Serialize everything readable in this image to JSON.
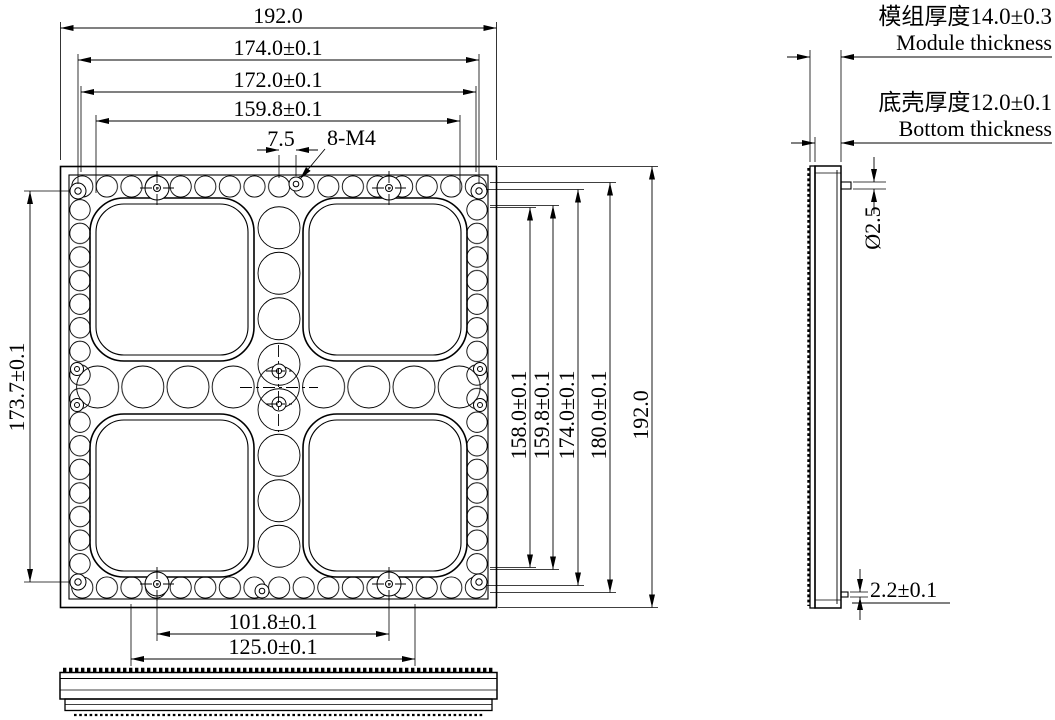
{
  "front_view": {
    "dim_width_overall": "192.0",
    "dim_174": "174.0±0.1",
    "dim_172": "172.0±0.1",
    "dim_1598_top": "159.8±0.1",
    "dim_75": "7.5",
    "dim_holes": "8-M4",
    "dim_left": "173.7±0.1",
    "dim_right_158": "158.0±0.1",
    "dim_right_1598": "159.8±0.1",
    "dim_right_174": "174.0±0.1",
    "dim_right_180": "180.0±0.1",
    "dim_right_192": "192.0",
    "dim_bottom_1018": "101.8±0.1",
    "dim_bottom_125": "125.0±0.1"
  },
  "side_view": {
    "module_thickness_zh": "模组厚度14.0±0.3",
    "module_thickness_en": "Module thickness",
    "bottom_thickness_zh": "底壳厚度12.0±0.1",
    "bottom_thickness_en": "Bottom thickness",
    "hole_diameter": "Ø2.5",
    "edge_thickness": "2.2±0.1"
  }
}
